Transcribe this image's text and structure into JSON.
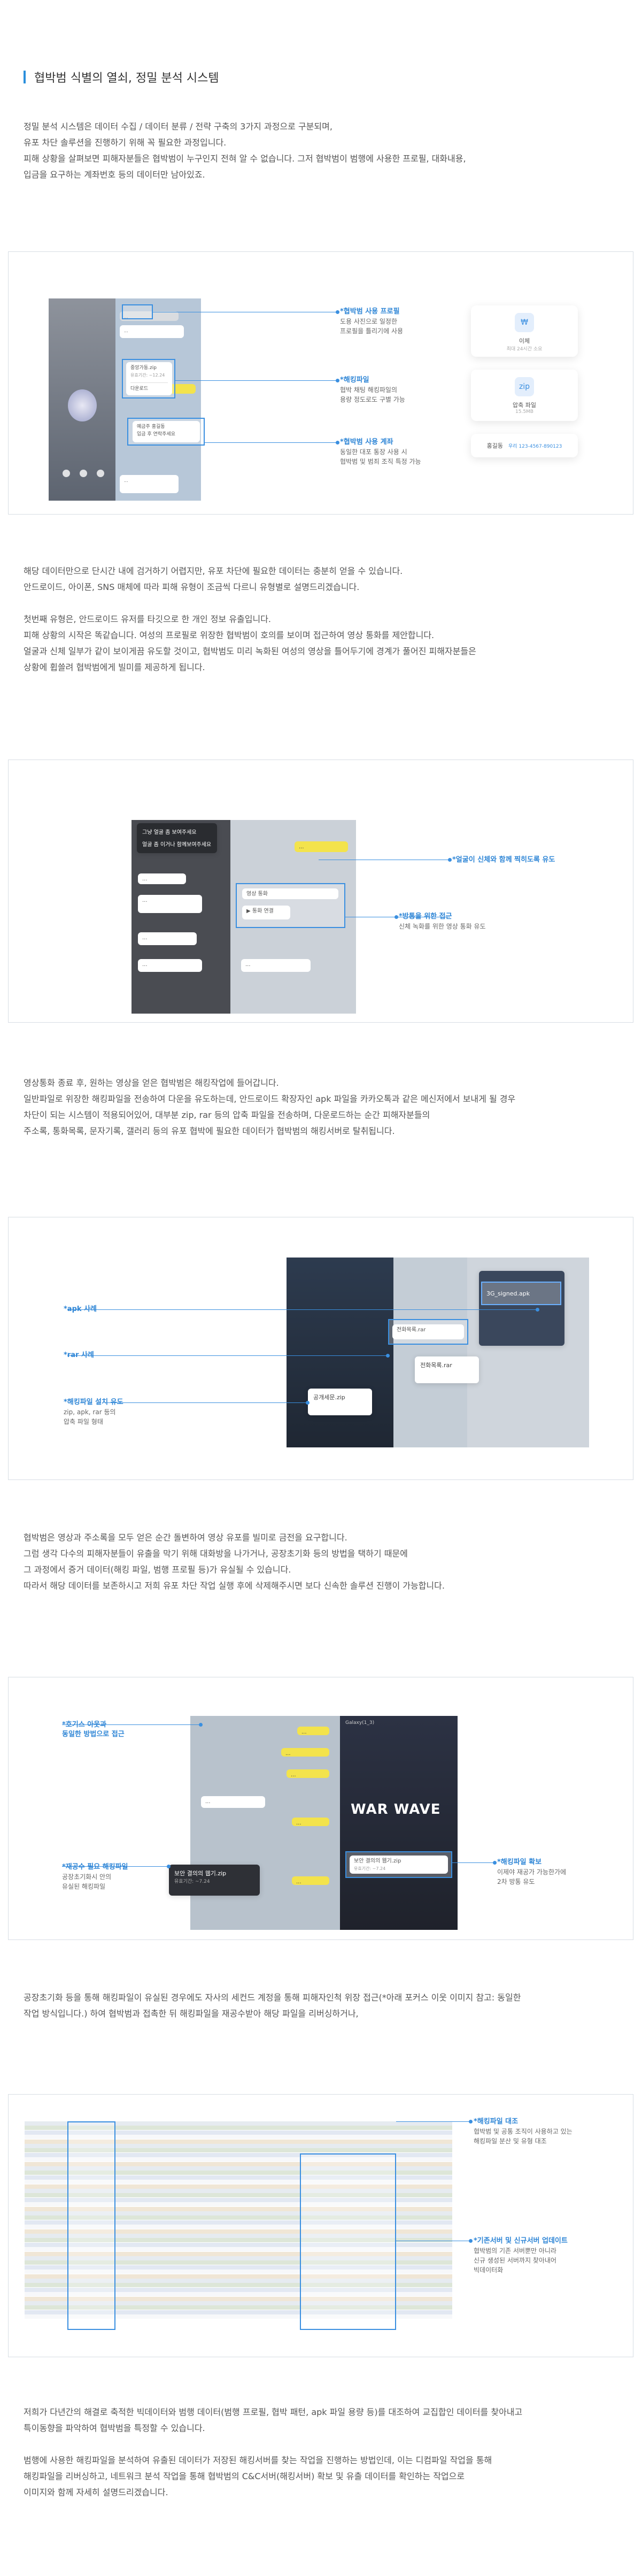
{
  "page": {
    "title": "협박범 식별의 열쇠, 정밀 분석 시스템"
  },
  "intro": {
    "lines": [
      "정밀 분석 시스템은 데이터 수집 / 데이터 분류 / 전략 구축의 3가지 과정으로 구분되며,",
      "유포 차단 솔루션을 진행하기 위해 꼭 필요한 과정입니다.",
      "피해 상황을 살펴보면 피해자분들은 협박범이 누구인지 전혀 알 수 없습니다. 그저 협박범이 범행에 사용한 프로필, 대화내용,",
      "입금을 요구하는 계좌번호 등의 데이터만 남아있죠."
    ]
  },
  "panel1": {
    "ann_profile_title": "*협박범 사용 프로필",
    "ann_profile_desc1": "도용 사진으로 일정한",
    "ann_profile_desc2": "프로필을 틀리기에 사용",
    "ann_file_title": "*해킹파일",
    "ann_file_desc1": "협박 채팅 해킹파일의",
    "ann_file_desc2": "용량 정도로도 구별 가능",
    "ann_acc_title": "*협박범 사용 계좌",
    "ann_acc_desc1": "동일한 대포 통장 사용 시",
    "ann_acc_desc2": "협박범 및 범죄 조직 특정 가능",
    "card1_label": "이체",
    "card1_sub": "최대 24시간 소요",
    "card2_label": "압축 파일",
    "card2_sub": "15.5MB",
    "card3_label": "홍길동",
    "card3_sub": "우리 123-4567-890123",
    "bubble_file": "중앙가동.zip",
    "bubble_file_sub": "유효기간: ~12.24",
    "bubble_save": "다운로드",
    "bubble_acc1": "예금주 홍길동",
    "bubble_acc2": "입금 후 연락주세요"
  },
  "sec2": {
    "lines": [
      "해당 데이터만으로 단시간 내에 검거하기 어렵지만, 유포 차단에 필요한 데이터는 충분히 얻을 수 있습니다.",
      "안드로이드, 아이폰, SNS 매체에 따라 피해 유형이 조금씩 다르니 유형별로 설명드리겠습니다.",
      "",
      "첫번째 유형은, 안드로이드 유저를 타깃으로 한 개인 정보 유출입니다.",
      "피해 상황의 시작은 똑같습니다. 여성의 프로필로 위장한 협박범이 호의를 보이며 접근하여 영상 통화를 제안합니다.",
      "얼굴과 신체 일부가 같이 보이게끔 유도할 것이고, 협박범도 미리 녹화된 여성의 영상을 틀어두기에 경계가 풀어진 피해자분들은",
      "상황에 휩쓸려 협박범에게 빌미를 제공하게 됩니다."
    ]
  },
  "panel2": {
    "ann1_title": "*얼굴이 신체와 함께 찍히도록 유도",
    "ann2_title": "*방통을 위한 접근",
    "ann2_desc": "신체 녹화를 위한 영상 통화 유도",
    "bubble_top": "그냥 얼굴 좀 보여주세요",
    "bubble_top2": "얼굴 좀 이거나 함께보여주세요",
    "call_label": "영상 통화",
    "call_btn": "통화 연결"
  },
  "sec3": {
    "lines": [
      "영상통화 종료 후, 원하는 영상을 얻은 협박범은 해킹작업에 들어갑니다.",
      "일반파일로 위장한 해킹파일을 전송하여 다운을 유도하는데, 안드로이드 확장자인 apk 파일을 카카오톡과 같은 메신저에서 보내게 될 경우",
      "차단이 되는 시스템이 적용되어있어, 대부분 zip, rar 등의 압축 파일을 전송하며, 다운로드하는 순간 피해자분들의",
      "주소록, 통화목록, 문자기록, 갤러리 등의 유포 협박에 필요한 데이터가 협박범의 해킹서버로 탈취됩니다."
    ]
  },
  "panel3": {
    "ann_apk": "*apk 사례",
    "ann_rar": "*rar 사례",
    "ann_install_title": "*해킹파일 설치 유도",
    "ann_install_desc1": "zip, apk, rar 등의",
    "ann_install_desc2": "압축 파일 형태",
    "apk_file": "3G_signed.apk",
    "rar_file": "전화목록.rar",
    "zip_file": "공개세문.zip"
  },
  "sec4": {
    "lines": [
      "협박범은 영상과 주소록을 모두 얻은 순간 돌변하여 영상 유포를 빌미로 금전을 요구합니다.",
      "그럼 생각 다수의 피해자분들이 유출을 막기 위해 대화방을 나가거나, 공장초기화 등의 방법을 택하기 때문에",
      "그 과정에서 증거 데이터(해킹 파일, 범행 프로필 등)가 유실될 수 있습니다.",
      "따라서 해당 데이터를 보존하시고 저희 유포 차단 작업 실행 후에 삭제해주시면 보다 신속한 솔루션 진행이 가능합니다."
    ]
  },
  "panel4": {
    "ann1_title": "*호기스 아웃과",
    "ann1_title2": "동일한 방법으로 접근",
    "ann2_title": "*재공수 필요 해킹파일",
    "ann2_desc1": "공장초기화시 안의",
    "ann2_desc2": "유실된 해킹파일",
    "ann3_title": "*해킹파일 확보",
    "ann3_desc1": "이제야 재공가 가능한가에",
    "ann3_desc2": "2차 방통 유도",
    "file_name": "보안 결의의 웹기.zip",
    "file_sub": "유효기간: ~7.24",
    "banner": "WAR WAVE",
    "chat_title": "Galaxy(1_3)"
  },
  "sec5": {
    "lines": [
      "공장초기화 등을 통해 해킹파일이 유실된 경우에도 자사의 세컨드 계정을 통해 피해자인척 위장 접근(*아래 포커스 이웃 이미지 참고: 동일한",
      "작업 방식입니다.) 하여 협박범과 접촉한 뒤 해킹파일을 재공수받아 해당 파일을 리버싱하거나,"
    ]
  },
  "panel5": {
    "ann1_title": "*해킹파일 대조",
    "ann1_desc1": "협박범 및 공통 조직이 사용하고 있는",
    "ann1_desc2": "해킹파일 분산 및 유형 대조",
    "ann2_title": "*기존서버 및 신규서버 업데이트",
    "ann2_desc1": "협박범의 기존 서버뿐만 아니라",
    "ann2_desc2": "신규 생성된 서버까지 찾아내어",
    "ann2_desc3": "빅데이터화"
  },
  "sec6": {
    "lines": [
      "저희가 다년간의 해결로 축적한 빅데이터와 범행 데이터(범행 프로필, 협박 패턴, apk 파일 용량 등)를 대조하여 교집합인 데이터를 찾아내고",
      "특이동향을 파악하여 협박범을 특정할 수 있습니다.",
      "",
      "범행에 사용한 해킹파일을 분석하여 유출된 데이터가 저장된 해킹서버를 찾는 작업을 진행하는 방법인데, 이는 디컴파일 작업을 통해",
      "해킹파일을 리버싱하고, 네트워크 분석 작업을 통해 협박범의 C&C서버(해킹서버) 확보 및 유출 데이터를 확인하는 작업으로",
      "이미지와 함께 자세히 설명드리겠습니다."
    ]
  }
}
